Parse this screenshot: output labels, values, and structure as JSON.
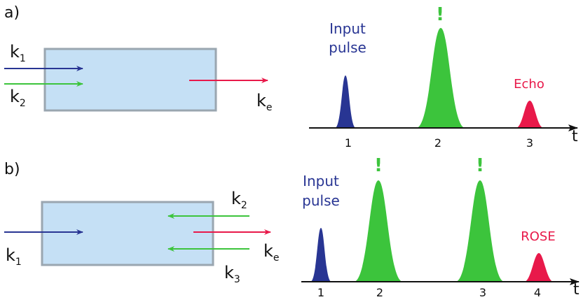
{
  "panels": {
    "a": {
      "label": "a)",
      "beams": {
        "k1": {
          "base": "k",
          "sub": "1"
        },
        "k2": {
          "base": "k",
          "sub": "2"
        },
        "ke": {
          "base": "k",
          "sub": "e"
        }
      },
      "timeline": {
        "axis_label": "t",
        "ticks": [
          "1",
          "2",
          "3"
        ],
        "input_label_line1": "Input",
        "input_label_line2": "pulse",
        "rephase_marker": "!",
        "output_label": "Echo"
      }
    },
    "b": {
      "label": "b)",
      "beams": {
        "k1": {
          "base": "k",
          "sub": "1"
        },
        "k2": {
          "base": "k",
          "sub": "2"
        },
        "k3": {
          "base": "k",
          "sub": "3"
        },
        "ke": {
          "base": "k",
          "sub": "e"
        }
      },
      "timeline": {
        "axis_label": "t",
        "ticks": [
          "1",
          "2",
          "3",
          "4"
        ],
        "input_label_line1": "Input",
        "input_label_line2": "pulse",
        "rephase_marker_1": "!",
        "rephase_marker_2": "!",
        "output_label": "ROSE"
      }
    }
  },
  "colors": {
    "input": "#283593",
    "pi_pulse": "#3cc43c",
    "output": "#e8194a",
    "crystal_fill": "#c5e0f5",
    "crystal_stroke": "#9aa6b0",
    "axis": "#111111"
  }
}
